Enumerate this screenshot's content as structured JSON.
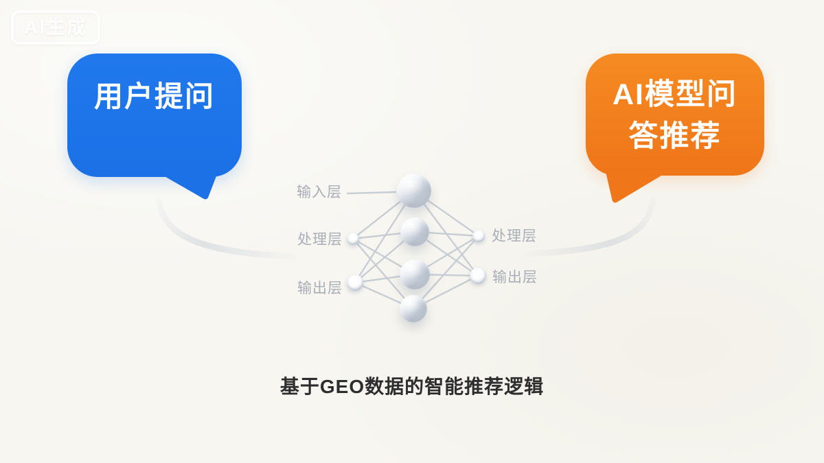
{
  "watermark": {
    "label": "AI生成"
  },
  "bubbles": {
    "left": {
      "label": "用户提问",
      "color": "#1d74e9"
    },
    "right": {
      "line1": "AI模型问",
      "line2": "答推荐",
      "color": "#f3811f"
    }
  },
  "network": {
    "left_labels": {
      "input": "输入层",
      "process": "处理层",
      "output": "输出层"
    },
    "right_labels": {
      "process": "处理层",
      "output": "输出层"
    }
  },
  "caption": {
    "label": "基于GEO数据的智能推荐逻辑"
  },
  "colors": {
    "background": "#f7f6f1",
    "bubble_blue": "#1d74e9",
    "bubble_orange": "#f3811f",
    "bubble_text": "#ffffff",
    "network_line": "#c6cad2",
    "network_label": "#a9aeb6",
    "caption_text": "#2d2d2d"
  }
}
